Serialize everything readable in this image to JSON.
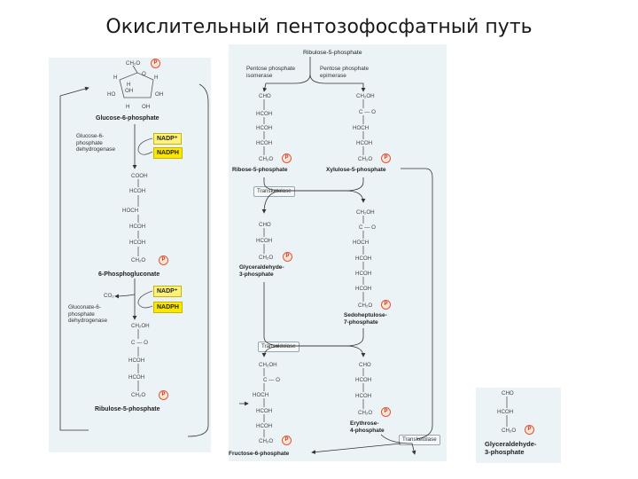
{
  "title": "Окислительный пентозофосфатный путь",
  "left_panel": {
    "glucose6p": {
      "ch2o": "CH₂O",
      "p_symbol": "P",
      "ring_h": "H",
      "ring_o": "O",
      "ring_oh": "OH",
      "ring_ho": "HO",
      "name": "Glucose-6-phosphate"
    },
    "enzyme1": "Glucose-6-\nphosphate\ndehydrogenase",
    "nadp1": "NADP⁺",
    "nadph1": "NADPH",
    "gluconate_chain": [
      "COOH",
      "HCOH",
      "HOCH",
      "HCOH",
      "HCOH",
      "CH₂O"
    ],
    "gluconate_name": "6-Phosphogluconate",
    "co2": "CO₂",
    "nadp2": "NADP⁺",
    "enzyme2": "Gluconate-6-\nphosphate\ndehydrogenase",
    "nadph2": "NADPH",
    "ribulose_chain": [
      "CH₂OH",
      "C — O",
      "HCOH",
      "HCOH",
      "CH₂O"
    ],
    "ribulose_name": "Ribulose-5-phosphate"
  },
  "mid_panel": {
    "top_label": "Ribulose-5-phosphate",
    "isomerase": "Pentose phosphate\nisomerase",
    "epimerase": "Pentose phosphate\nepimerase",
    "ribose_chain": [
      "CHO",
      "HCOH",
      "HCOH",
      "HCOH",
      "CH₂O"
    ],
    "ribose_name": "Ribose-5-phosphate",
    "xylulose_chain": [
      "CH₂OH",
      "C — O",
      "HOCH",
      "HCOH",
      "CH₂O"
    ],
    "xylulose_name": "Xylulose-5-phosphate",
    "transketolase1": "Transketolase",
    "g3p_chain": [
      "CHO",
      "HCOH",
      "CH₂O"
    ],
    "g3p_name": "Glyceraldehyde-\n3-phosphate",
    "sedo_chain": [
      "CH₂OH",
      "C — O",
      "HOCH",
      "HCOH",
      "HCOH",
      "HCOH",
      "CH₂O"
    ],
    "sedo_name": "Sedoheptulose-\n7-phosphate",
    "transaldolase": "Transaldolase",
    "f6p_chain": [
      "CH₂OH",
      "C — O",
      "HOCH",
      "HCOH",
      "HCOH",
      "CH₂O"
    ],
    "f6p_name": "Fructose-6-phosphate",
    "erythrose_chain": [
      "CHO",
      "HCOH",
      "HCOH",
      "CH₂O"
    ],
    "erythrose_name": "Erythrose-\n4-phosphate",
    "transketolase2": "Transketolase"
  },
  "small_panel": {
    "chain": [
      "CHO",
      "HCOH",
      "CH₂O"
    ],
    "name": "Glyceraldehyde-\n3-phosphate"
  },
  "colors": {
    "panel_bg": "#ebf3f7",
    "nadp_yellow": "#fde600",
    "phosphate_red": "#e0553b"
  }
}
